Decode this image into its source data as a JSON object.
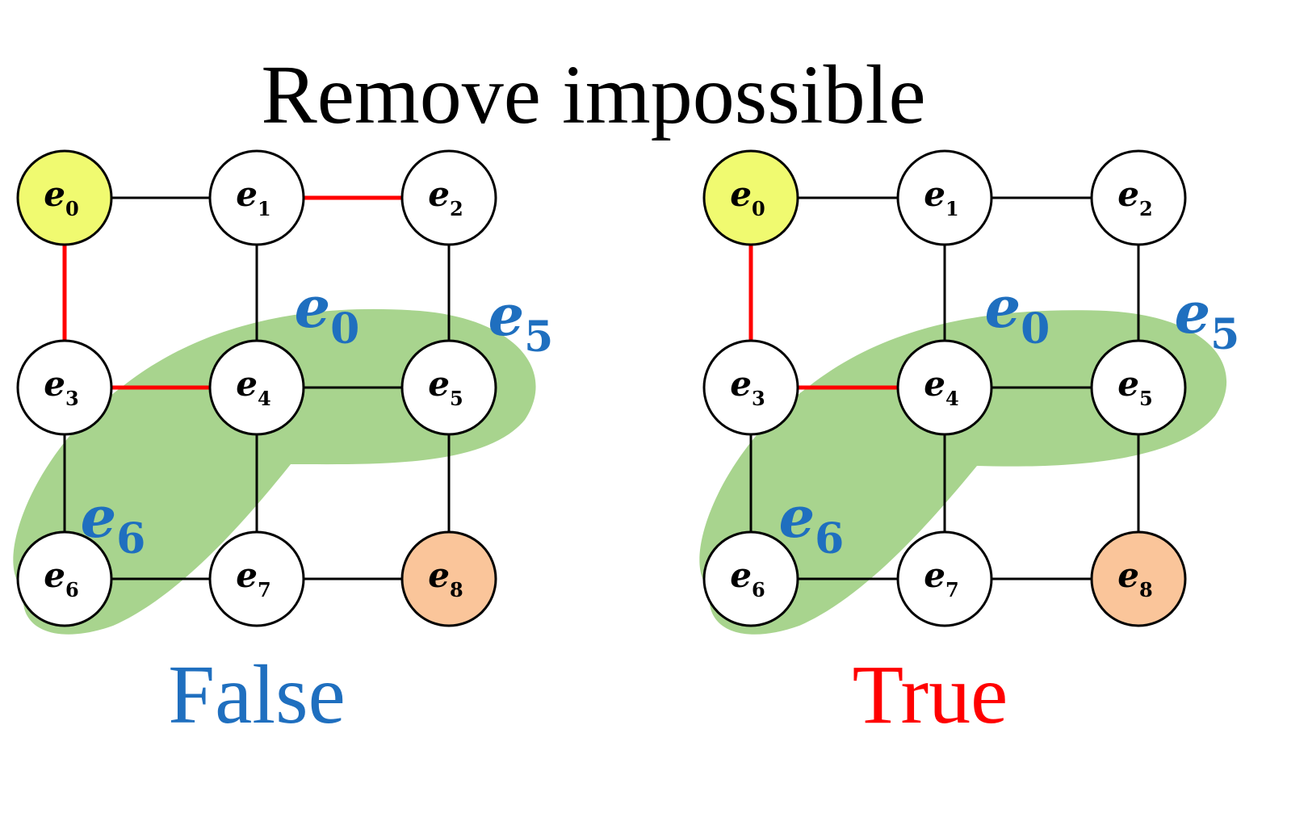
{
  "title": "Remove impossible",
  "colors": {
    "start": "#f0fa70",
    "goal": "#fac59a",
    "normal": "#ffffff",
    "highlight": "#a8d48e",
    "edge": "#000000",
    "red_edge": "#ff0000",
    "label_blue": "#1f6fbf",
    "true_red": "#ff0000"
  },
  "panels": [
    {
      "id": "left",
      "verdict": "False",
      "verdict_color": "#1f6fbf",
      "red_edges": [
        [
          0,
          3
        ],
        [
          3,
          4
        ],
        [
          1,
          2
        ]
      ],
      "region_labels": [
        {
          "base": "e",
          "sub": "0"
        },
        {
          "base": "e",
          "sub": "5"
        },
        {
          "base": "e",
          "sub": "6"
        }
      ]
    },
    {
      "id": "right",
      "verdict": "True",
      "verdict_color": "#ff0000",
      "red_edges": [
        [
          0,
          3
        ],
        [
          3,
          4
        ]
      ],
      "region_labels": [
        {
          "base": "e",
          "sub": "0"
        },
        {
          "base": "e",
          "sub": "5"
        },
        {
          "base": "e",
          "sub": "6"
        }
      ]
    }
  ],
  "nodes": [
    {
      "base": "e",
      "sub": "0",
      "role": "start"
    },
    {
      "base": "e",
      "sub": "1",
      "role": "normal"
    },
    {
      "base": "e",
      "sub": "2",
      "role": "normal"
    },
    {
      "base": "e",
      "sub": "3",
      "role": "normal"
    },
    {
      "base": "e",
      "sub": "4",
      "role": "normal"
    },
    {
      "base": "e",
      "sub": "5",
      "role": "normal"
    },
    {
      "base": "e",
      "sub": "6",
      "role": "normal"
    },
    {
      "base": "e",
      "sub": "7",
      "role": "normal"
    },
    {
      "base": "e",
      "sub": "8",
      "role": "goal"
    }
  ],
  "edges": [
    [
      0,
      1
    ],
    [
      1,
      2
    ],
    [
      3,
      4
    ],
    [
      4,
      5
    ],
    [
      6,
      7
    ],
    [
      7,
      8
    ],
    [
      0,
      3
    ],
    [
      3,
      6
    ],
    [
      1,
      4
    ],
    [
      4,
      7
    ],
    [
      2,
      5
    ],
    [
      5,
      8
    ]
  ]
}
